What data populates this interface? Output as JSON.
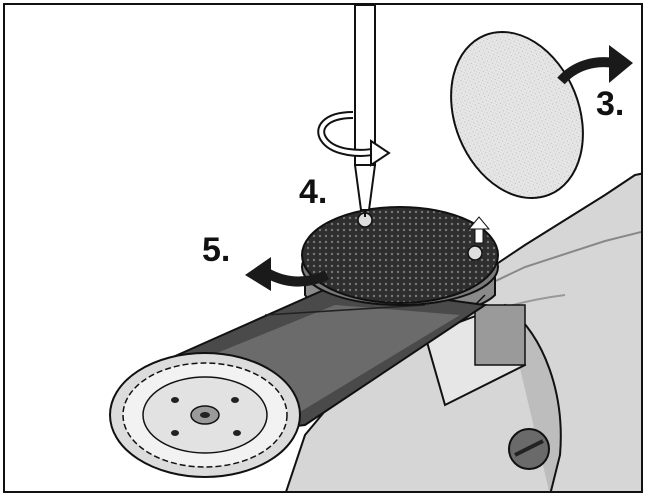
{
  "figure": {
    "step_labels": {
      "step3": "3.",
      "step4": "4.",
      "step5": "5."
    },
    "colors": {
      "outline": "#111111",
      "body_gray": "#d9d9d9",
      "dark_gray": "#5a5a5a",
      "pad_dark": "#3a3a3a",
      "disc_fill": "#e8e8e8",
      "arrow_fill": "#1a1a1a"
    },
    "icons": [
      "screwdriver-icon",
      "rotate-arrow-icon",
      "right-arrow-icon",
      "left-arrow-icon",
      "up-arrow-icon"
    ]
  }
}
